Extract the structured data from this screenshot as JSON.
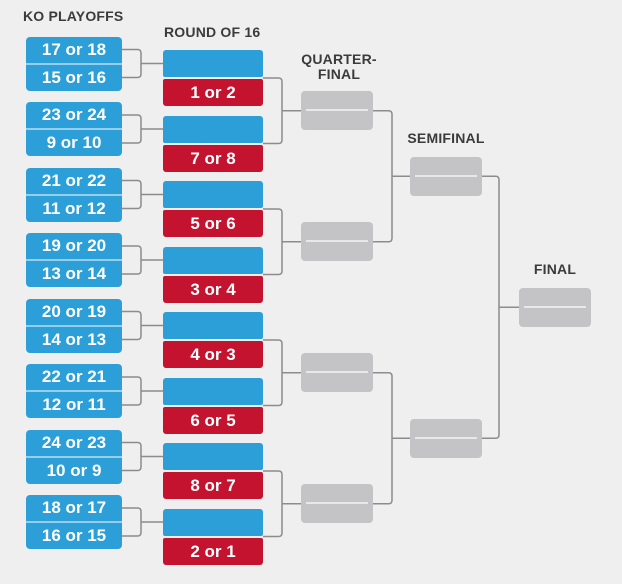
{
  "headers": {
    "ko_playoffs": "KO PLAYOFFS",
    "round_of_16": "ROUND OF 16",
    "quarterfinal_line1": "QUARTER-",
    "quarterfinal_line2": "FINAL",
    "semifinal": "SEMIFINAL",
    "final": "FINAL"
  },
  "ko_playoff_pairs": [
    {
      "top": "17 or 18",
      "bottom": "15 or 16"
    },
    {
      "top": "23 or 24",
      "bottom": "9 or 10"
    },
    {
      "top": "21 or 22",
      "bottom": "11 or 12"
    },
    {
      "top": "19 or 20",
      "bottom": "13 or 14"
    },
    {
      "top": "20 or 19",
      "bottom": "14 or 13"
    },
    {
      "top": "22 or 21",
      "bottom": "12 or 11"
    },
    {
      "top": "24 or 23",
      "bottom": "10 or 9"
    },
    {
      "top": "18 or 17",
      "bottom": "16 or 15"
    }
  ],
  "round_of_16_seeds": [
    "1 or 2",
    "7 or 8",
    "5 or 6",
    "3 or 4",
    "4 or 3",
    "6 or 5",
    "8 or 7",
    "2 or 1"
  ],
  "colors": {
    "background": "#efefef",
    "blue": "#2d9fd8",
    "red": "#c3132f",
    "slot_gray": "#c4c4c6",
    "slot_divider": "#e8e8e8",
    "pair_divider": "rgba(255,255,255,0.5)",
    "connector": "#8c8c8c",
    "header_text": "#3b3b3b",
    "box_text": "#ffffff"
  }
}
